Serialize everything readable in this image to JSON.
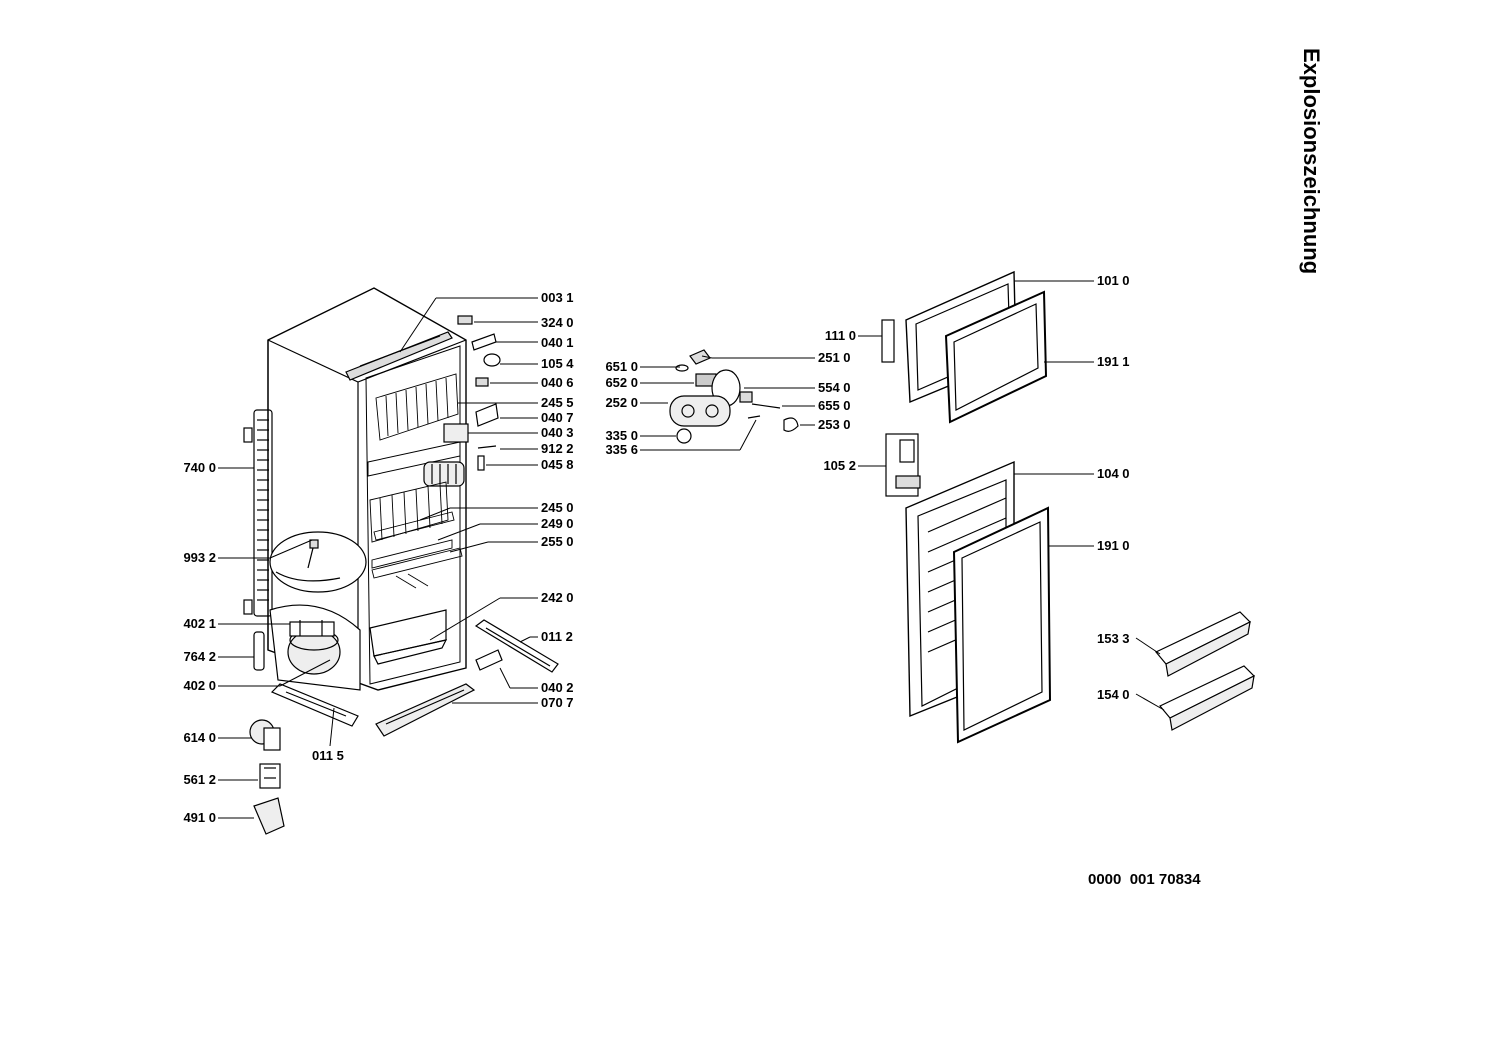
{
  "title": "Explosionszeichnung",
  "document_number": "0000  001 70834",
  "parts": {
    "p0031": "003 1",
    "p3240": "324 0",
    "p0401": "040 1",
    "p1054": "105 4",
    "p0406": "040 6",
    "p2455": "245 5",
    "p0407": "040 7",
    "p0403": "040 3",
    "p9122": "912 2",
    "p0458": "045 8",
    "p2450": "245 0",
    "p2490": "249 0",
    "p2550": "255 0",
    "p2420": "242 0",
    "p0112": "011 2",
    "p0402": "040 2",
    "p0707": "070 7",
    "p0115": "011 5",
    "p7400": "740 0",
    "p9932": "993 2",
    "p4021": "402 1",
    "p7642": "764 2",
    "p4020": "402 0",
    "p6140": "614 0",
    "p5612": "561 2",
    "p4910": "491 0",
    "p6510": "651 0",
    "p6520": "652 0",
    "p2520": "252 0",
    "p3350": "335 0",
    "p3356": "335 6",
    "p2510": "251 0",
    "p5540": "554 0",
    "p6550": "655 0",
    "p2530": "253 0",
    "p1110": "111 0",
    "p1010": "101 0",
    "p1911": "191 1",
    "p1052": "105 2",
    "p1040": "104 0",
    "p1910": "191 0",
    "p1533": "153 3",
    "p1540": "154 0"
  }
}
